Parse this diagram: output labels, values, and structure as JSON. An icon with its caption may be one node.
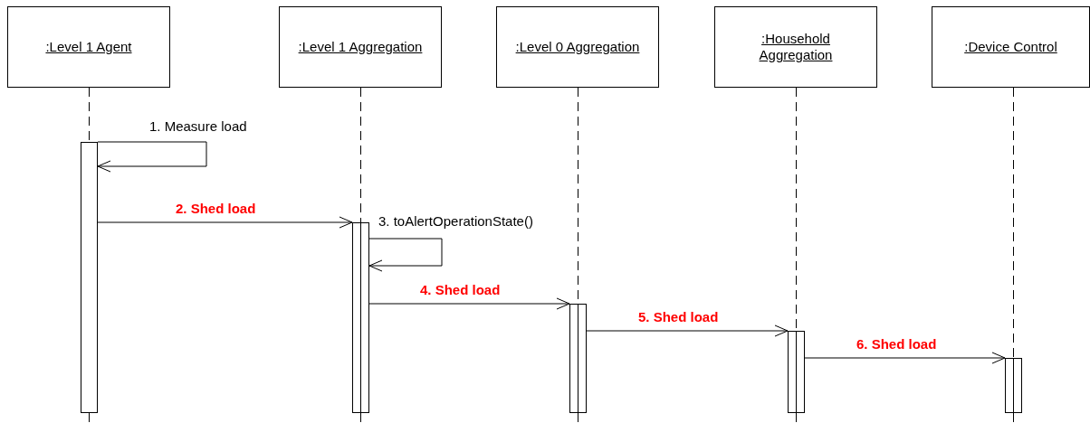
{
  "diagram": {
    "nodes": [
      {
        "text": [
          ":Level 1 Agent"
        ]
      },
      {
        "text": [
          ":Level 1 Aggregation"
        ]
      },
      {
        "text": [
          ":Level 0 Aggregation"
        ]
      },
      {
        "text": [
          ":Household Aggregation"
        ]
      },
      {
        "text": [
          ":Device Control"
        ]
      },
      {
        "text": [],
        "shape": "bar"
      },
      {
        "text": [],
        "shape": "bar"
      },
      {
        "text": [],
        "shape": "bar"
      },
      {
        "text": [],
        "shape": "bar"
      },
      {
        "text": [],
        "shape": "bar"
      }
    ],
    "edges": [
      {
        "from": 5,
        "to": 5,
        "arrow": "to",
        "label": "1. Measure load"
      },
      {
        "from": 5,
        "to": 6,
        "arrow": "to",
        "label": "2. Shed load"
      },
      {
        "from": 6,
        "to": 6,
        "arrow": "to",
        "label": "3. toAlertOperationState()"
      },
      {
        "from": 6,
        "to": 7,
        "arrow": "to",
        "label": "4. Shed load"
      },
      {
        "from": 7,
        "to": 8,
        "arrow": "to",
        "label": "5. Shed load"
      },
      {
        "from": 8,
        "to": 9,
        "arrow": "to",
        "label": "6. Shed load"
      },
      {
        "from": 0,
        "to": 5,
        "arrow": "none",
        "style": "dashed"
      },
      {
        "from": 1,
        "to": 6,
        "arrow": "none",
        "style": "dashed"
      },
      {
        "from": 2,
        "to": 7,
        "arrow": "none",
        "style": "dashed"
      },
      {
        "from": 3,
        "to": 8,
        "arrow": "none",
        "style": "dashed"
      },
      {
        "from": 4,
        "to": 9,
        "arrow": "none",
        "style": "dashed"
      }
    ]
  }
}
